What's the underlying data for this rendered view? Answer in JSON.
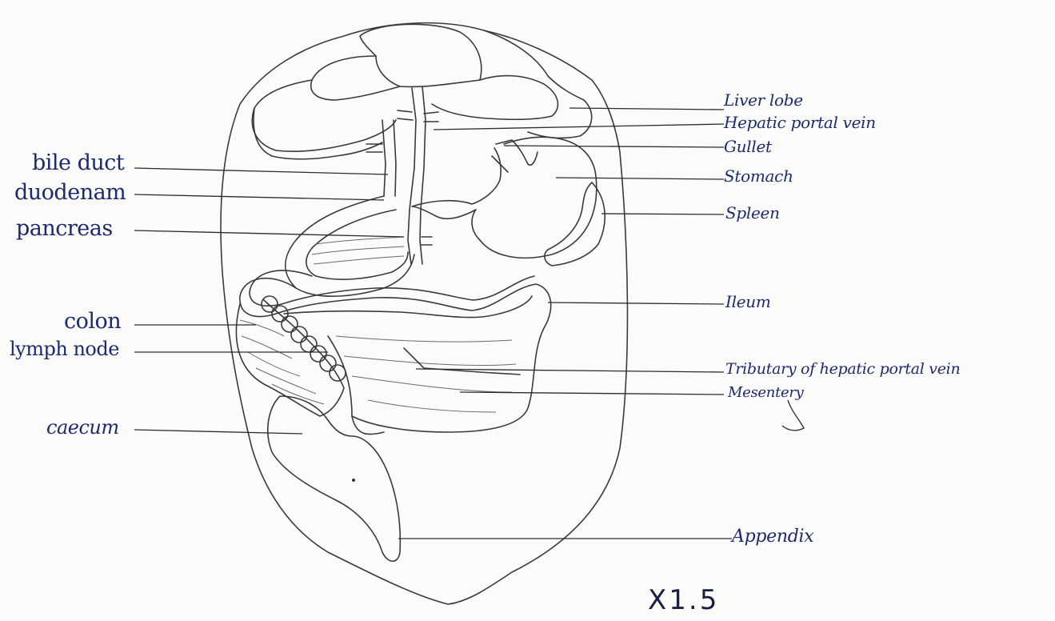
{
  "labels_left": {
    "bile_duct": "bile duct",
    "duodenum": "duodenam",
    "pancreas": "pancreas",
    "colon": "colon",
    "lymph_node": "lymph node",
    "caecum": "caecum"
  },
  "labels_right": {
    "liver_lobe": "Liver lobe",
    "hepatic_portal_vein": "Hepatic portal vein",
    "gullet": "Gullet",
    "stomach": "Stomach",
    "spleen": "Spleen",
    "ileum": "Ileum",
    "tributary": "Tributary of hepatic portal vein",
    "mesentery": "Mesentery",
    "appendix": "Appendix"
  },
  "magnification": "X1.5"
}
